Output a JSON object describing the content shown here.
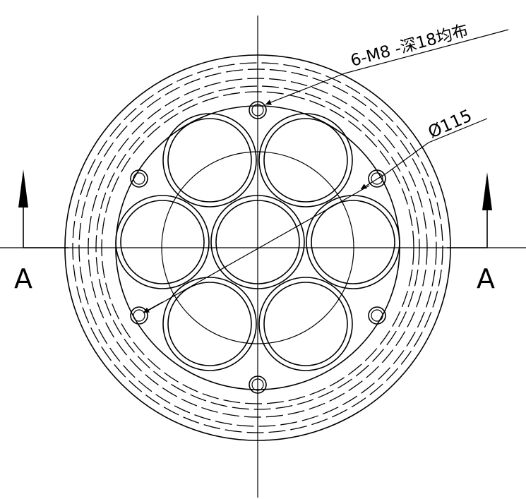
{
  "annotations": {
    "hole_callout": "6-M8 -深18均布",
    "diameter_callout": "Ø115"
  },
  "section_markers": {
    "left_label": "A",
    "right_label": "A"
  }
}
